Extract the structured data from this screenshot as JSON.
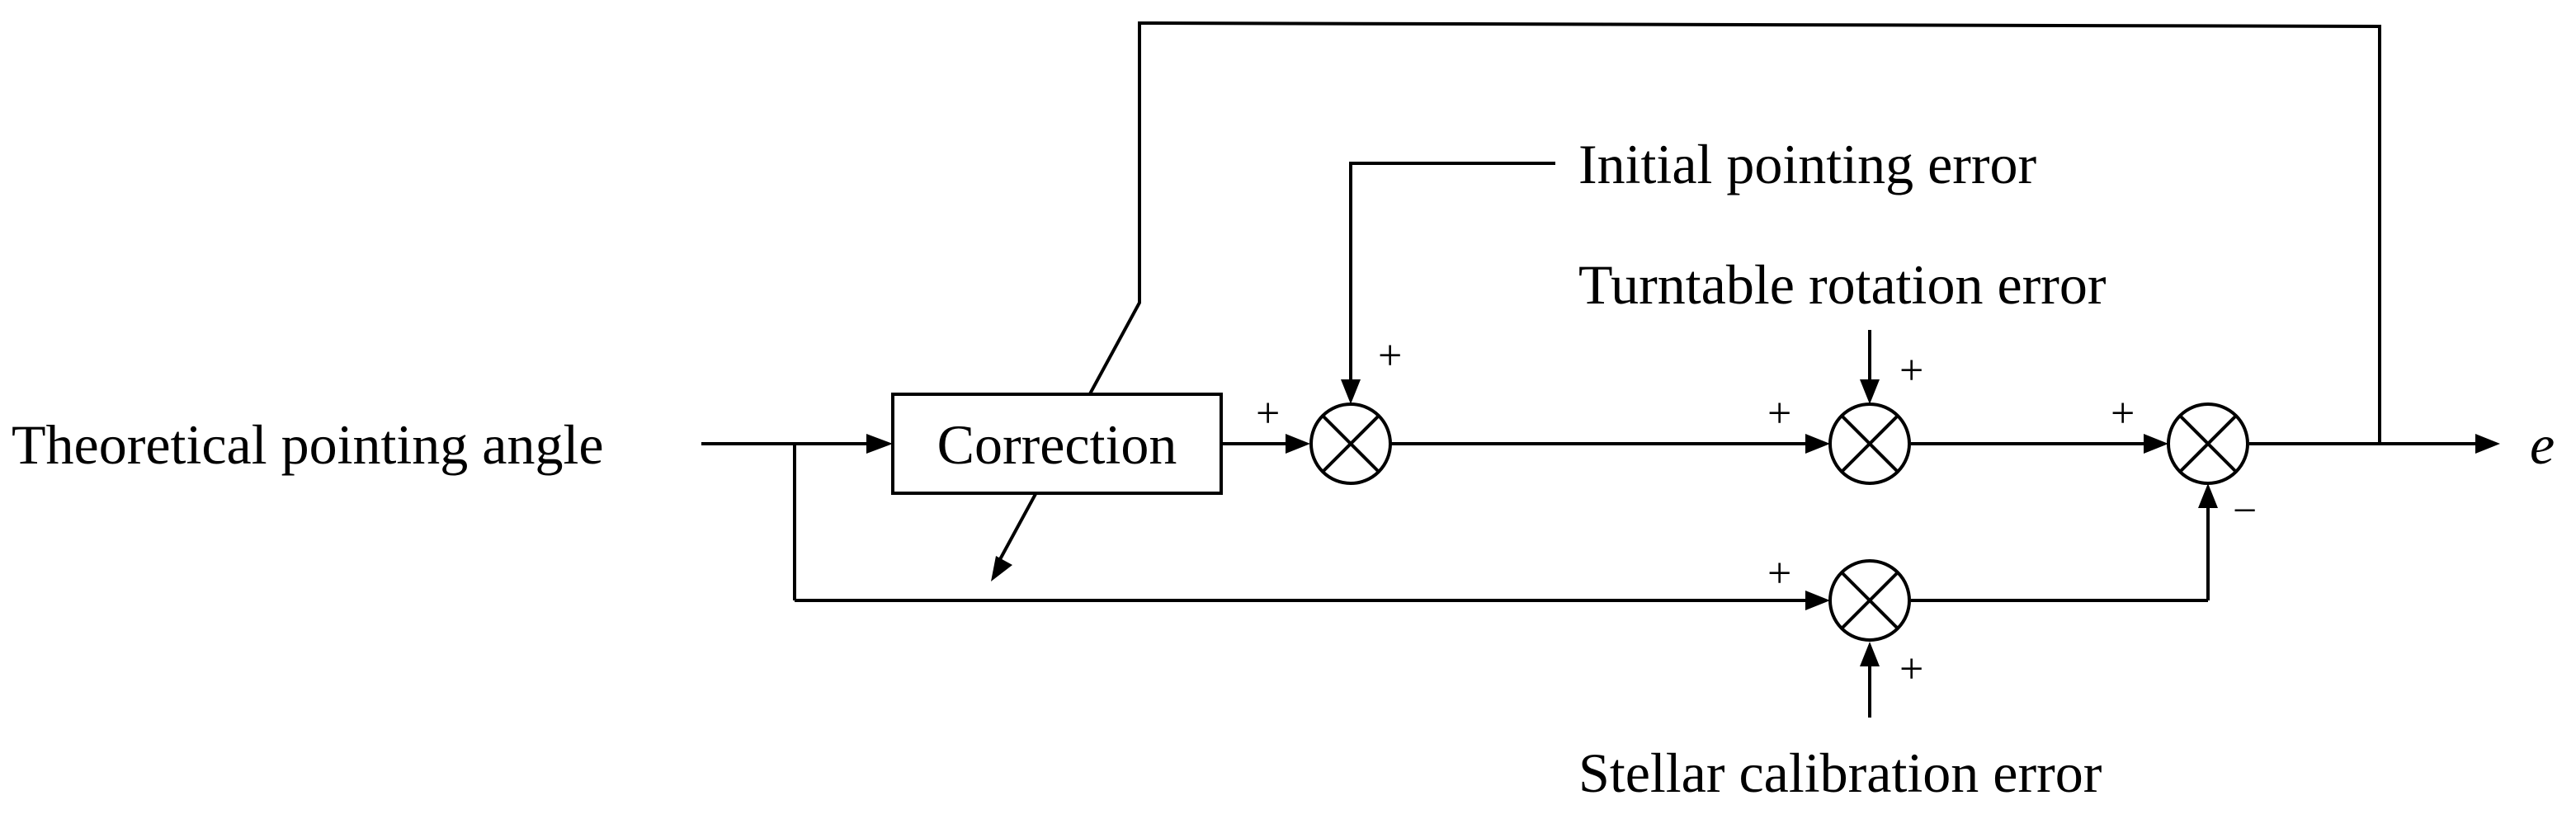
{
  "labels": {
    "input": "Theoretical pointing angle",
    "correction": "Correction",
    "initial_error": "Initial pointing error",
    "turntable_error": "Turntable rotation error",
    "stellar_error": "Stellar calibration error",
    "output": "e"
  },
  "signs": {
    "sj1_left": "+",
    "sj1_top": "+",
    "sj2_left": "+",
    "sj2_top": "+",
    "sj3_left": "+",
    "sj3_bottom": "−",
    "sj4_left": "+",
    "sj4_bottom": "+"
  }
}
